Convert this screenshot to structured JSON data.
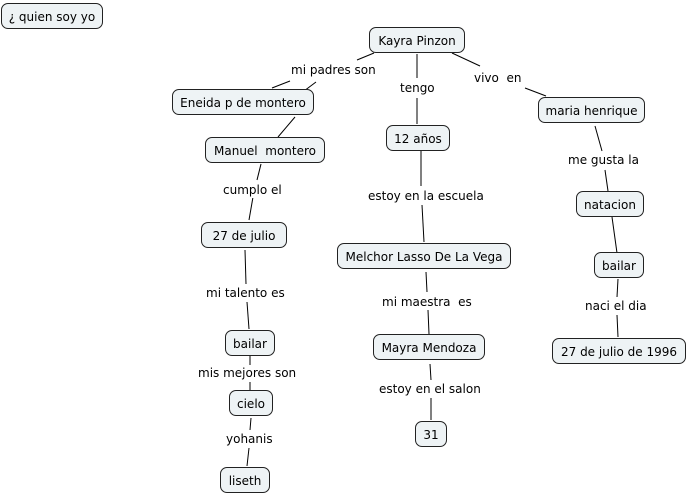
{
  "title_node": "¿ quien soy yo",
  "nodes": {
    "kayra": "Kayra Pinzon",
    "eneida": "Eneida p de montero",
    "manuel": "Manuel  montero",
    "julio27": "27 de julio",
    "bailar_left": "bailar",
    "cielo": "cielo",
    "liseth": "liseth",
    "edad": "12 años",
    "escuela": "Melchor Lasso De La Vega",
    "maestra": "Mayra Mendoza",
    "salon": "31",
    "maria": "maria henrique",
    "natacion": "natacion",
    "bailar_right": "bailar",
    "nacimiento": "27 de julio de 1996"
  },
  "links": {
    "padres": "mi padres son",
    "tengo": "tengo",
    "vivo": "vivo  en",
    "cumplo": "cumplo el",
    "talento": "mi talento es",
    "mejores": "mis mejores son",
    "yohanis": "yohanis",
    "escuela": "estoy en la escuela",
    "maestra": "mi maestra  es",
    "salon": "estoy en el salon",
    "gusta": "me gusta la",
    "naci": "naci el dia"
  }
}
